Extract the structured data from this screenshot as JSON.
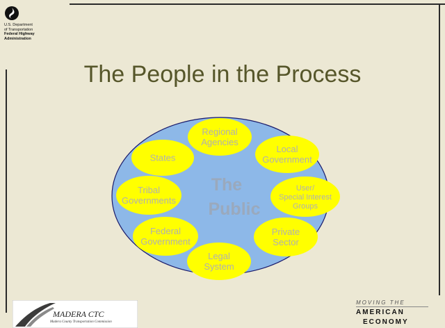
{
  "header": {
    "agency_lines": [
      "U.S. Department",
      "of Transportation"
    ],
    "admin_lines": [
      "Federal Highway",
      "Administration"
    ]
  },
  "title": "The People in the Process",
  "center": {
    "line1": "The",
    "line2": "Public"
  },
  "nodes": [
    {
      "id": "regional-agencies",
      "lines": [
        "Regional",
        "Agencies"
      ]
    },
    {
      "id": "states",
      "lines": [
        "States"
      ]
    },
    {
      "id": "local-government",
      "lines": [
        "Local",
        "Government"
      ]
    },
    {
      "id": "tribal-governments",
      "lines": [
        "Tribal",
        "Governments"
      ]
    },
    {
      "id": "special-interest-groups",
      "lines": [
        "User/",
        "Special Interest",
        "Groups"
      ]
    },
    {
      "id": "federal-government",
      "lines": [
        "Federal",
        "Government"
      ]
    },
    {
      "id": "private-sector",
      "lines": [
        "Private",
        "Sector"
      ]
    },
    {
      "id": "legal-system",
      "lines": [
        "Legal",
        "System"
      ]
    }
  ],
  "footer": {
    "madera_name": "MADERA CTC",
    "madera_sub": "Madera County Transportation Commission",
    "econ_line1": "MOVING THE",
    "econ_line2": "AMERICAN",
    "econ_line3": "ECONOMY"
  },
  "colors": {
    "background": "#ece8d4",
    "title": "#56562a",
    "big_ellipse": "#8db8e8",
    "node_fill": "#ffff00",
    "node_text": "#b0b0b0",
    "center_text": "#9aa9bd"
  }
}
